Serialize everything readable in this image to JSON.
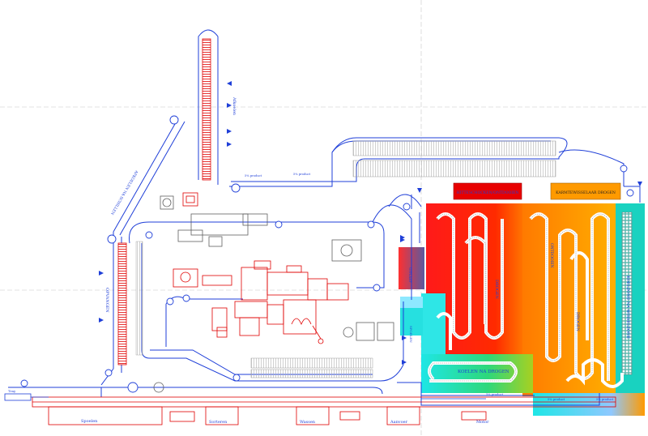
{
  "labels": {
    "gevriesdrogen": "HITTESCHOCKEN/ONTDOOIEN",
    "warmtewisselaar": "KARMTEWISSELAAR DROGEN",
    "koelen_na_drogen": "KOELEN NA DROGEN",
    "koelzone": "KOELZONE NA WISSELZONE",
    "afkoelen": "Afkoelen",
    "opvangen": "OPVANGEN",
    "afkoelen_na_schillen": "AFKOELEN NA SCHILLEN",
    "drogen": "DROGEN",
    "ontdooien": "ONTDOOIEN",
    "uitlaatzone": "UITLAAT",
    "spoelen": "SPOELEN",
    "tray": "Tray",
    "product_1": "5% product",
    "product_2": "5% product",
    "product_3": "5% product",
    "product_4": "5% product",
    "product_5": "5% product",
    "zone_a": "Spoelen",
    "zone_b": "Sorteren",
    "zone_c": "Wassen",
    "zone_d": "Aanvoer",
    "zone_e": "Motor"
  },
  "colors": {
    "line": "#1f3fd8",
    "red": "#e00000",
    "orange": "#ff9a00",
    "cyan": "#1ee6e6",
    "teal": "#13c8b4",
    "grid": "#c8c8c8"
  }
}
